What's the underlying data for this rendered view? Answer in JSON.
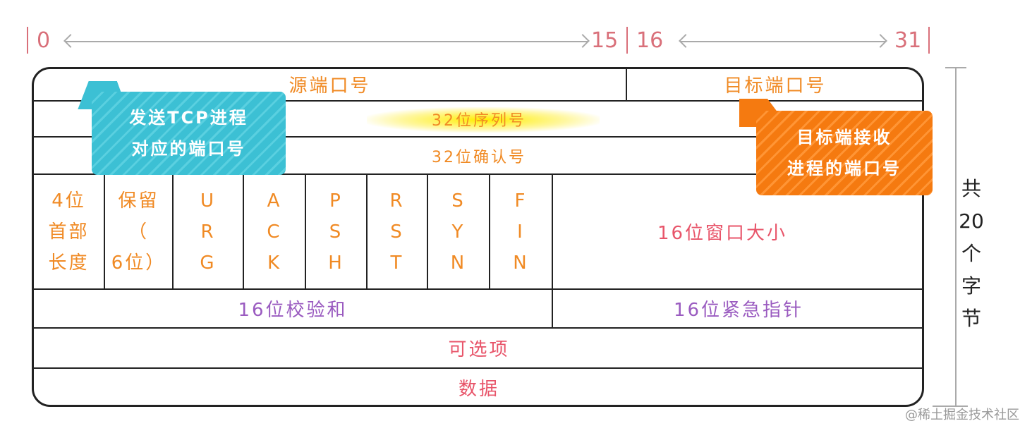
{
  "scale": {
    "start": "0",
    "mid_left": "15",
    "mid_right": "16",
    "end": "31"
  },
  "rows": {
    "source_port": "源端口号",
    "dest_port": "目标端口号",
    "seq": "32位序列号",
    "ack": "32位确认号",
    "header_len": [
      "4位",
      "首部",
      "长度"
    ],
    "reserved": [
      "保留",
      "（",
      "6位）"
    ],
    "flags": [
      [
        "U",
        "R",
        "G"
      ],
      [
        "A",
        "C",
        "K"
      ],
      [
        "P",
        "S",
        "H"
      ],
      [
        "R",
        "S",
        "T"
      ],
      [
        "S",
        "Y",
        "N"
      ],
      [
        "F",
        "I",
        "N"
      ]
    ],
    "window": "16位窗口大小",
    "checksum": "16位校验和",
    "urgent": "16位紧急指针",
    "options": "可选项",
    "data": "数据"
  },
  "callouts": {
    "source": [
      "发送TCP进程",
      "对应的端口号"
    ],
    "dest": [
      "目标端接收",
      "进程的端口号"
    ]
  },
  "side_label": [
    "共",
    "20",
    "个",
    "字",
    "节"
  ],
  "watermark": "@稀土掘金技术社区",
  "colors": {
    "orange": "#f08a24",
    "pink": "#e8556a",
    "purple": "#9a5bc0",
    "cyan": "#3cc0d4",
    "callout_orange": "#f57a10"
  }
}
